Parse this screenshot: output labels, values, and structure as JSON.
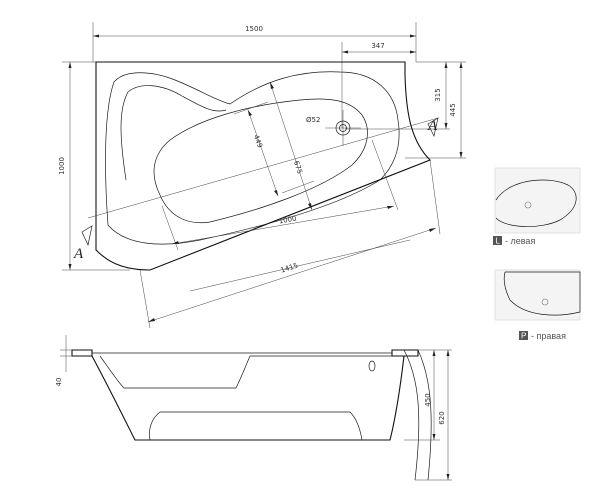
{
  "dimensions": {
    "overall_width": "1500",
    "drain_offset": "347",
    "drain_to_edge": "315",
    "right_height": "445",
    "left_height": "1000",
    "inner_width": "449",
    "inner_length": "675",
    "drain_diameter": "Ø52",
    "diag_inner": "1000",
    "diag_outer": "1415",
    "rim_height": "40",
    "depth_inner": "450",
    "depth_total": "620"
  },
  "section_mark": "A",
  "legend": {
    "left": {
      "badge": "L",
      "label": "- левая"
    },
    "right": {
      "badge": "P",
      "label": "- правая"
    }
  },
  "colors": {
    "line": "#1a1a1a",
    "badge": "#555555",
    "label": "#555555"
  }
}
